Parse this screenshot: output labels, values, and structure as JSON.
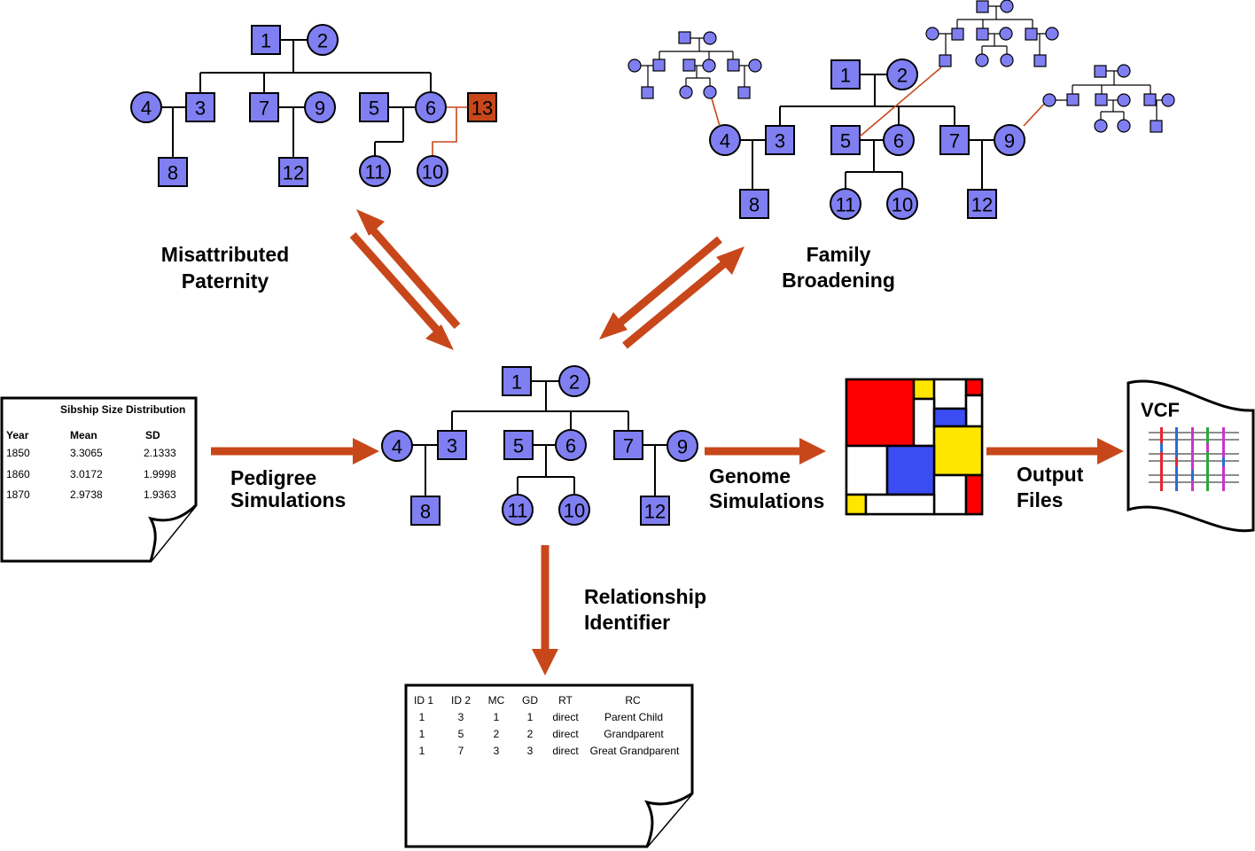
{
  "labels": {
    "misattributed": [
      "Misattributed",
      "Paternity"
    ],
    "family": [
      "Family",
      "Broadening"
    ],
    "pedigree": [
      "Pedigree",
      "Simulations"
    ],
    "genome": [
      "Genome",
      "Simulations"
    ],
    "output": [
      "Output",
      "Files"
    ],
    "relationship": [
      "Relationship",
      "Identifier"
    ]
  },
  "pedigree_main": {
    "ids": [
      "1",
      "2",
      "3",
      "4",
      "5",
      "6",
      "7",
      "9",
      "8",
      "11",
      "10",
      "12"
    ]
  },
  "pedigree_misattributed": {
    "ids": [
      "1",
      "2",
      "4",
      "3",
      "7",
      "9",
      "5",
      "6",
      "13",
      "8",
      "12",
      "11",
      "10"
    ]
  },
  "pedigree_broadened": {
    "ids": [
      "1",
      "2",
      "4",
      "3",
      "5",
      "6",
      "7",
      "9",
      "8",
      "11",
      "10",
      "12"
    ]
  },
  "sibship_table": {
    "title": "Sibship Size Distribution",
    "headers": [
      "Year",
      "Mean",
      "SD"
    ],
    "rows": [
      [
        "1850",
        "3.3065",
        "2.1333"
      ],
      [
        "1860",
        "3.0172",
        "1.9998"
      ],
      [
        "1870",
        "2.9738",
        "1.9363"
      ]
    ]
  },
  "relationship_table": {
    "headers": [
      "ID 1",
      "ID 2",
      "MC",
      "GD",
      "RT",
      "RC"
    ],
    "rows": [
      [
        "1",
        "3",
        "1",
        "1",
        "direct",
        "Parent Child"
      ],
      [
        "1",
        "5",
        "2",
        "2",
        "direct",
        "Grandparent"
      ],
      [
        "1",
        "7",
        "3",
        "3",
        "direct",
        "Great Grandparent"
      ]
    ]
  },
  "vcf": {
    "title": "VCF"
  },
  "colors": {
    "individual": "#7f7ff2",
    "misattributed": "#c8471a",
    "arrow": "#c8471a",
    "mondrian_red": "#ff0000",
    "mondrian_yellow": "#ffe600",
    "mondrian_blue": "#3a4cf2",
    "vcf_red": "#e8242c",
    "vcf_blue": "#2a6cd6",
    "vcf_magenta": "#cc33cc",
    "vcf_green": "#2aa83a"
  }
}
